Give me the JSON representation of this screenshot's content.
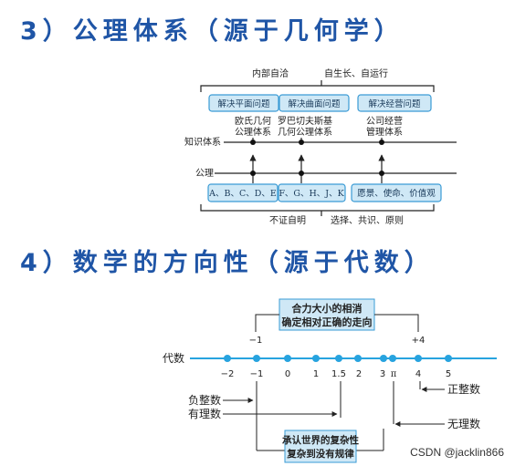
{
  "headings": {
    "section3": "3）公理体系（源于几何学）",
    "section4": "4）数学的方向性（源于代数）"
  },
  "axiom_diagram": {
    "top_brace_left": "内部自洽",
    "top_brace_right": "自生长、自运行",
    "problems": [
      "解决平面问题",
      "解决曲面问题",
      "解决经营问题"
    ],
    "systems": [
      [
        "欧氏几何",
        "公理体系"
      ],
      [
        "罗巴切夫斯基",
        "几何公理体系"
      ],
      [
        "公司经营",
        "管理体系"
      ]
    ],
    "row_knowledge": "知识体系",
    "row_axiom": "公理",
    "axioms": [
      "A、B、C、D、E",
      "F、G、H、J、K",
      "愿景、使命、价值观"
    ],
    "bottom_brace_left": "不证自明",
    "bottom_brace_right": "选择、共识、原则"
  },
  "number_line": {
    "row_label": "代数",
    "callout_top": [
      "合力大小的相消",
      "确定相对正确的走向"
    ],
    "marker_left": "−1",
    "marker_right": "+4",
    "ticks": [
      "−2",
      "−1",
      "0",
      "1",
      "1.5",
      "2",
      "3",
      "π",
      "4",
      "5"
    ],
    "labels": {
      "negative": "负整数",
      "rational": "有理数",
      "positive": "正整数",
      "irrational": "无理数"
    },
    "callout_bottom": [
      "承认世界的复杂性",
      "复杂到没有规律"
    ]
  },
  "watermark": "CSDN @jacklin866",
  "colors": {
    "heading": "#1f55a6",
    "box_fill": "#cfe8f6",
    "box_border": "#3a9bd5",
    "dot": "#27a3df",
    "line": "#222222"
  }
}
